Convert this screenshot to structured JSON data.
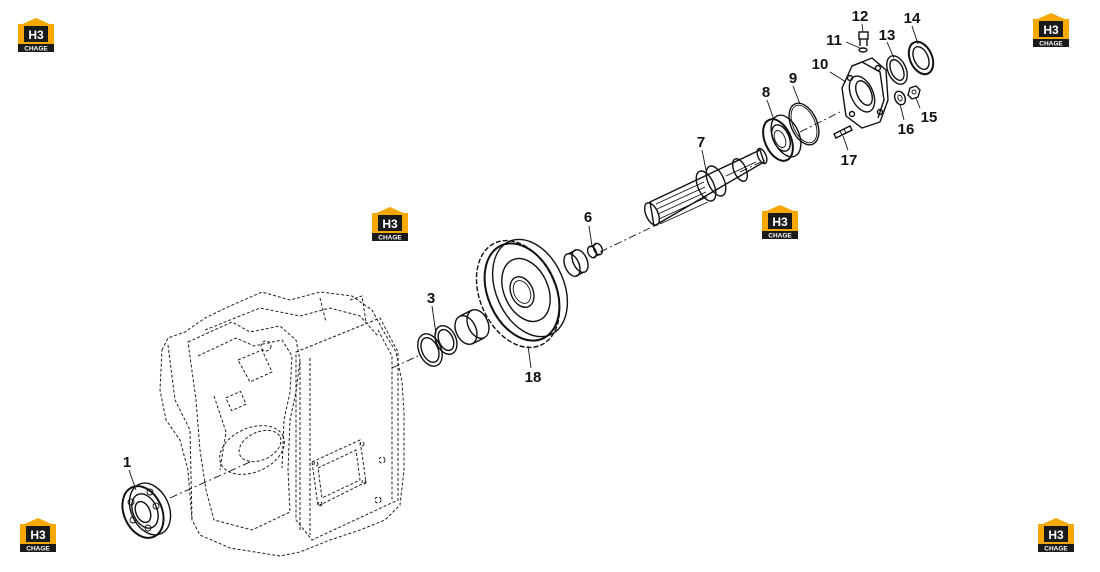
{
  "brand": {
    "logo_letters": "H3",
    "logo_caption": "CHAGE",
    "accent_color": "#f5a800",
    "dark_color": "#1a1a1a"
  },
  "callouts": [
    {
      "id": "1",
      "label": "1"
    },
    {
      "id": "3",
      "label": "3"
    },
    {
      "id": "6",
      "label": "6"
    },
    {
      "id": "7",
      "label": "7"
    },
    {
      "id": "8",
      "label": "8"
    },
    {
      "id": "9",
      "label": "9"
    },
    {
      "id": "10",
      "label": "10"
    },
    {
      "id": "11",
      "label": "11"
    },
    {
      "id": "12",
      "label": "12"
    },
    {
      "id": "13",
      "label": "13"
    },
    {
      "id": "14",
      "label": "14"
    },
    {
      "id": "15",
      "label": "15"
    },
    {
      "id": "16",
      "label": "16"
    },
    {
      "id": "17",
      "label": "17"
    },
    {
      "id": "18",
      "label": "18"
    }
  ]
}
